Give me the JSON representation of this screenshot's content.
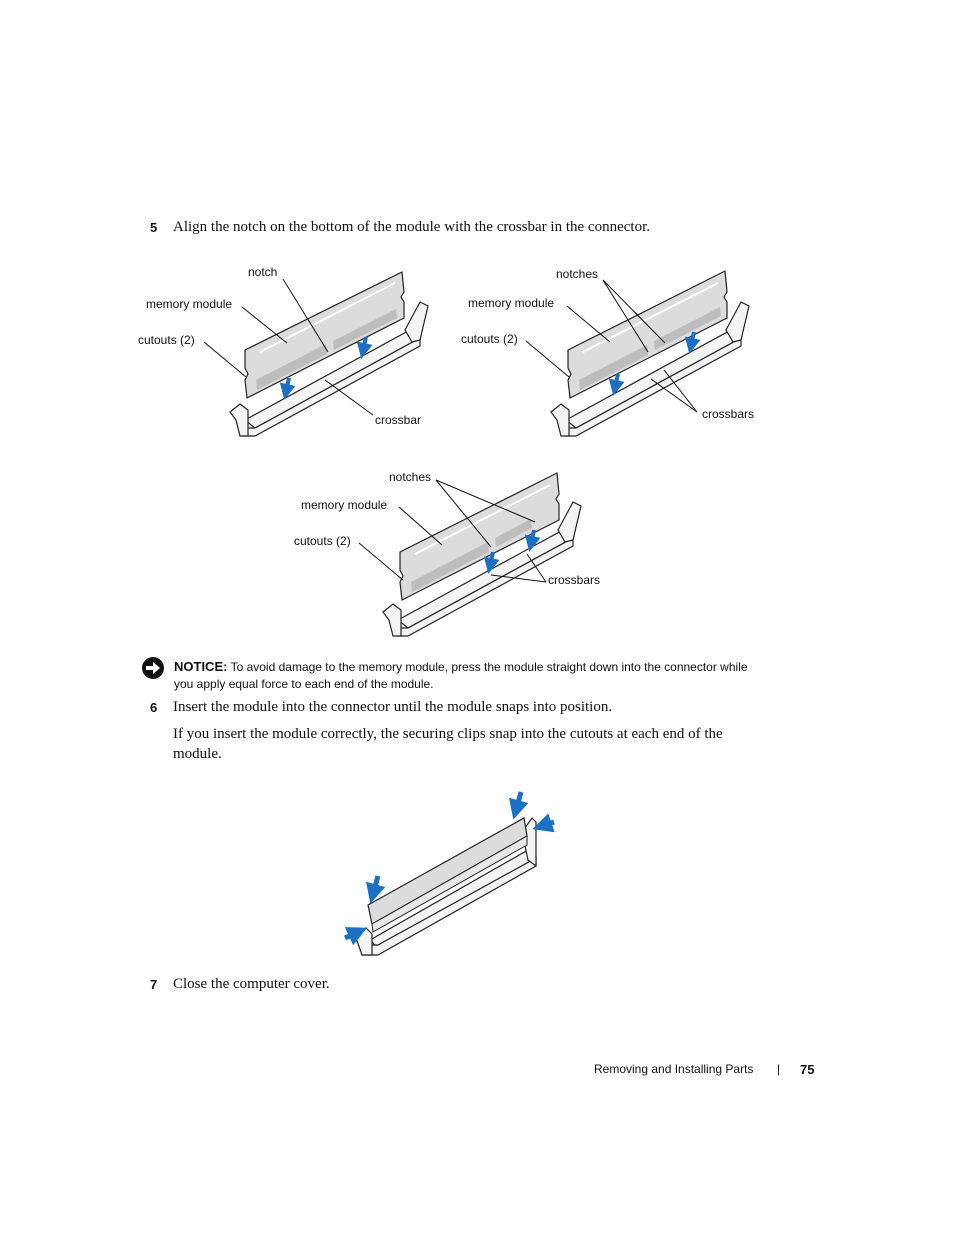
{
  "steps": {
    "s5": {
      "num": "5",
      "text": "Align the notch on the bottom of the module with the crossbar in the connector."
    },
    "s6": {
      "num": "6",
      "text": "Insert the module into the connector until the module snaps into position."
    },
    "s6_para": "If you insert the module correctly, the securing clips snap into the cutouts at each end of the module.",
    "s7": {
      "num": "7",
      "text": "Close the computer cover."
    }
  },
  "figure1": {
    "notch": "notch",
    "memory_module": "memory module",
    "cutouts": "cutouts (2)",
    "crossbar": "crossbar"
  },
  "figure2": {
    "notches": "notches",
    "memory_module": "memory module",
    "cutouts": "cutouts (2)",
    "crossbars": "crossbars"
  },
  "figure3": {
    "notches": "notches",
    "memory_module": "memory module",
    "cutouts": "cutouts (2)",
    "crossbars": "crossbars"
  },
  "notice": {
    "label": "NOTICE:",
    "text": "To avoid damage to the memory module, press the module straight down into the connector while you apply equal force to each end of the module."
  },
  "footer": {
    "section": "Removing and Installing Parts",
    "separator": "|",
    "page": "75"
  },
  "icons": {
    "notice": "notice-arrow-icon",
    "press": "blue-arrow-icon"
  },
  "colors": {
    "arrow": "#1b6fc4",
    "module": "#d8d8d8",
    "connector": "#f2f2f2"
  }
}
